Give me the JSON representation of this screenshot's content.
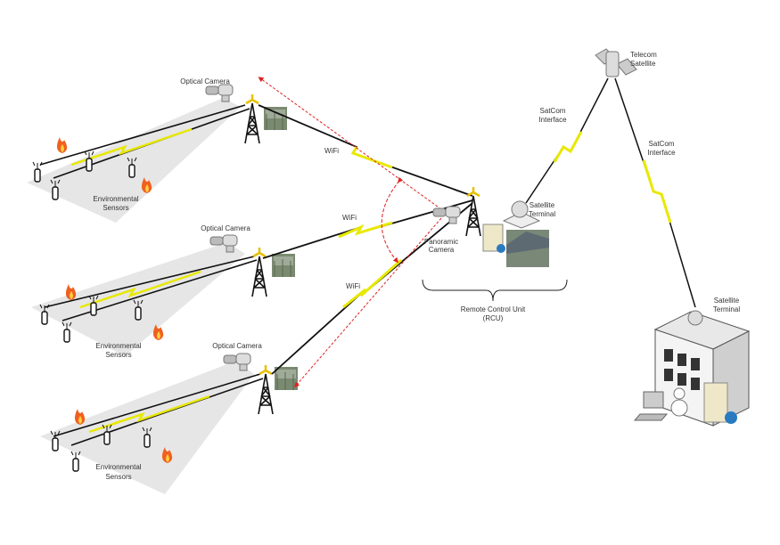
{
  "sites": [
    {
      "camera_label": "Optical Camera",
      "sensors_label": [
        "Environmental",
        "Sensors"
      ],
      "link_label": "WiFi"
    },
    {
      "camera_label": "Optical Camera",
      "sensors_label": [
        "Environmental",
        "Sensors"
      ],
      "link_label": "WiFi"
    },
    {
      "camera_label": "Optical Camera",
      "sensors_label": [
        "Environmental",
        "Sensors"
      ],
      "link_label": "WiFi"
    }
  ],
  "rcu": {
    "camera_label": [
      "Panoramic",
      "Camera"
    ],
    "terminal_label": [
      "Satellite",
      "Terminal"
    ],
    "label": [
      "Remote Control Unit",
      "(RCU)"
    ]
  },
  "satellite": {
    "label": [
      "Telecom",
      "Satellite"
    ]
  },
  "satcom_links": [
    {
      "label": [
        "SatCom",
        "Interface"
      ]
    },
    {
      "label": [
        "SatCom",
        "Interface"
      ]
    }
  ],
  "control_center": {
    "terminal_label": [
      "Satellite",
      "Terminal"
    ]
  },
  "colors": {
    "link": "#000000",
    "wireless": "#f2f200",
    "camera_ray": "#e02020",
    "coverage": "#d8d8d8",
    "fire": "#f06020"
  }
}
